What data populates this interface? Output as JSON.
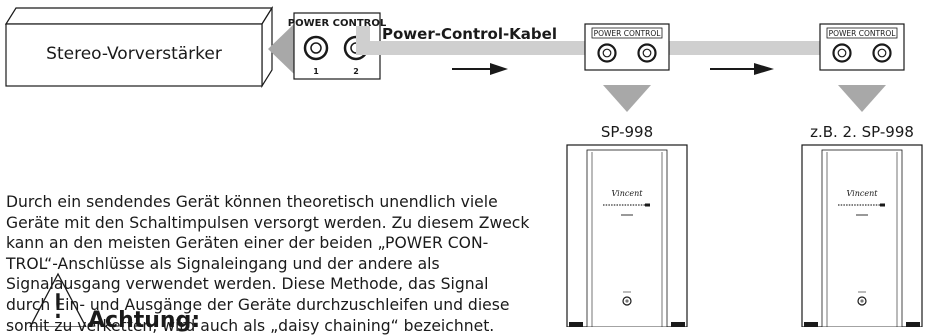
{
  "preamp": {
    "label": "Stereo-Vorverstärker"
  },
  "power_control_label": "POWER CONTROL",
  "panel_main": {
    "label": "POWER CONTROL",
    "port_numbers": [
      "1",
      "2"
    ]
  },
  "cable_label": "Power-Control-Kabel",
  "devices": [
    {
      "label": "SP-998",
      "brand": "Vincent"
    },
    {
      "label": "z.B. 2. SP-998",
      "brand": "Vincent"
    }
  ],
  "paragraph": [
    "Durch ein sendendes Gerät können theoretisch unendlich viele",
    "Geräte mit den Schaltimpulsen versorgt werden. Zu diesem Zweck",
    "kann an den meisten Geräten einer der beiden „POWER CON-",
    "TROL“-Anschlüsse als Signaleingang und der andere als",
    "Signalausgang verwendet werden. Diese Methode, das Signal",
    "durch Ein- und Ausgänge der Geräte durchzuschleifen und diese",
    "somit zu verketten, wird auch als „daisy chaining“ bezeichnet."
  ],
  "warning": {
    "title": "Achtung:",
    "symbol": "!"
  },
  "colors": {
    "line": "#1a1a1a",
    "cable": "#cfcfcf",
    "arrow_grey": "#a8a8a8"
  }
}
